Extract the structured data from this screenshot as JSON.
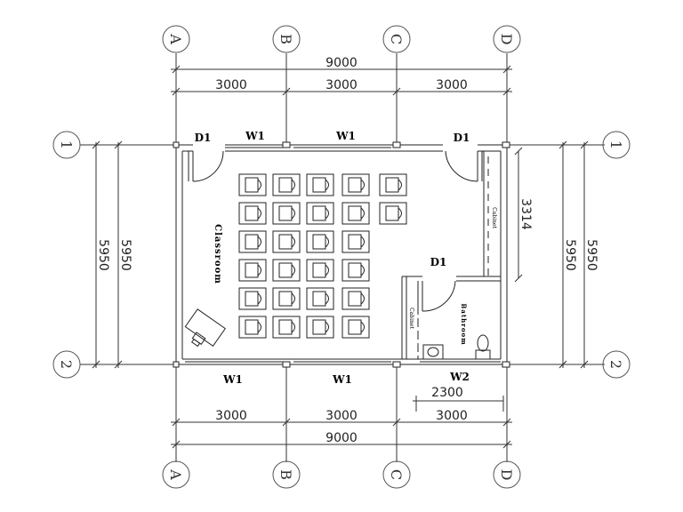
{
  "axes": {
    "columns": [
      "A",
      "B",
      "C",
      "D"
    ],
    "rows": [
      "1",
      "2"
    ]
  },
  "dimensions": {
    "overall_width": "9000",
    "bays": [
      "3000",
      "3000",
      "3000"
    ],
    "depth": "5950",
    "cabinet_height": "3314",
    "bathroom_width": "2300"
  },
  "openings": {
    "door": "D1",
    "window": "W1",
    "window_small": "W2"
  },
  "rooms": {
    "classroom": "Classroom",
    "bathroom": "Bathroom",
    "cabinet": "Cabinet"
  }
}
